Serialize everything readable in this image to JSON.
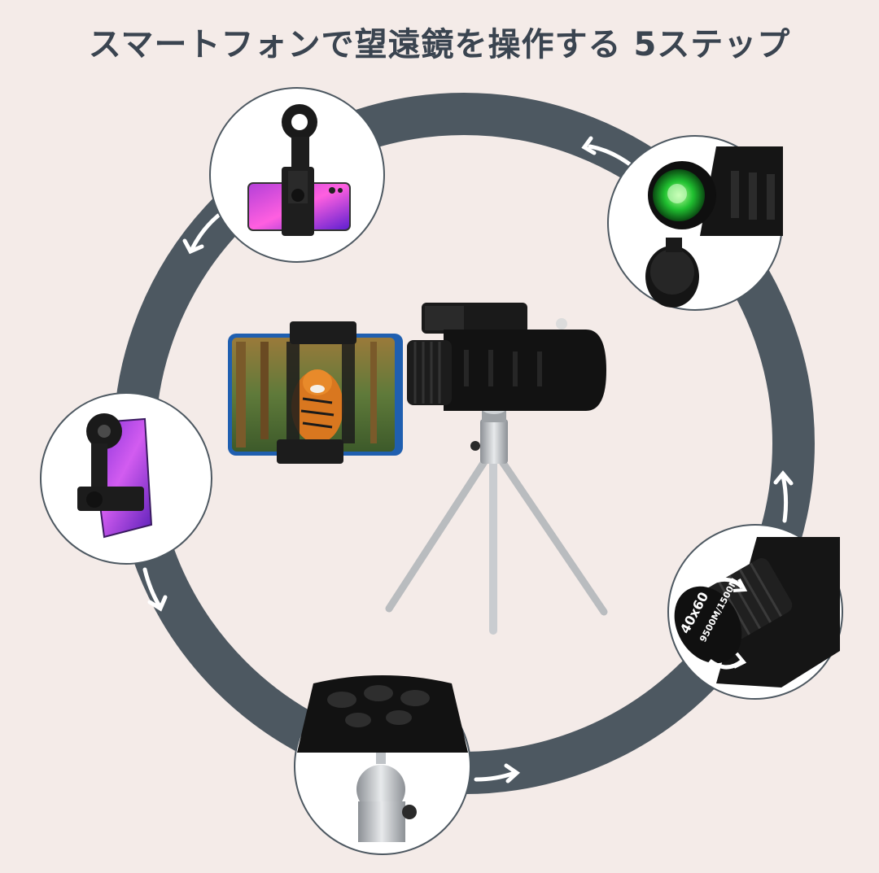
{
  "title": "スマートフォンで望遠鏡を操作する 5ステップ",
  "lens_marking": {
    "line1": "40x60",
    "line2": "9500M/1500M"
  },
  "colors": {
    "background": "#f4ebe8",
    "ring": "#4d5861",
    "title": "#3a4450",
    "circle_fill": "#ffffff"
  },
  "steps": [
    {
      "icon": "phone-holder-icon"
    },
    {
      "icon": "lens-cap-icon"
    },
    {
      "icon": "focus-knob-icon"
    },
    {
      "icon": "tripod-mount-icon"
    },
    {
      "icon": "phone-attach-icon"
    }
  ],
  "center_product": {
    "icon": "monocular-telescope-on-tripod-icon"
  }
}
